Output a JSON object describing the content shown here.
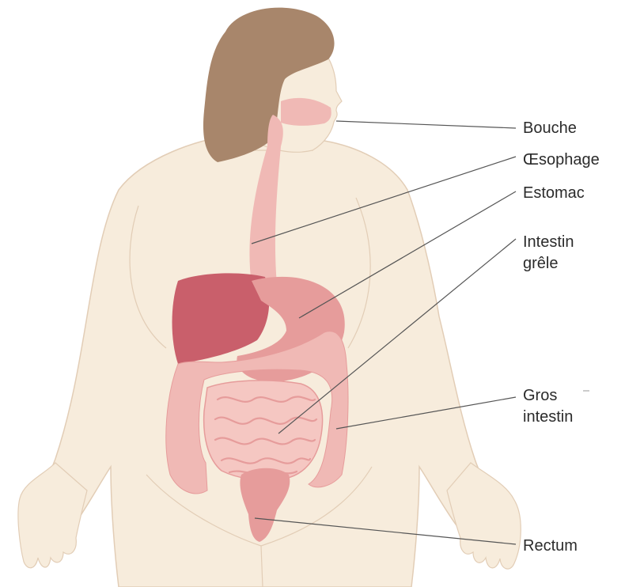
{
  "labels": {
    "bouche": "Bouche",
    "oesophage": "Œsophage",
    "estomac": "Estomac",
    "intestin_grele_1": "Intestin",
    "intestin_grele_2": "grêle",
    "gros_intestin_1": "Gros",
    "gros_intestin_2": "intestin",
    "rectum": "Rectum"
  },
  "colors": {
    "skin": "#f7ecdc",
    "skin_outline": "#e2cdb6",
    "hair": "#a8866b",
    "organ_light": "#f0b9b5",
    "organ_mid": "#e69c9b",
    "liver": "#c95f6b",
    "leader_line": "#555555",
    "text": "#2b2b2b"
  }
}
